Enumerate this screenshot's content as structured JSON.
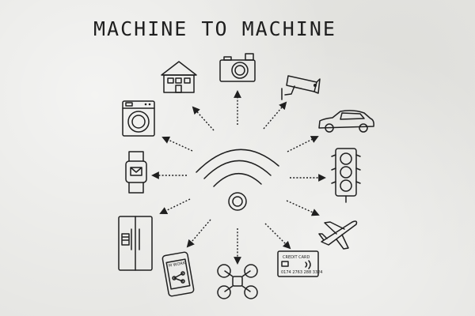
{
  "title": "MACHINE TO MACHINE",
  "hub": {
    "icon": "wifi-signal-icon"
  },
  "devices": [
    {
      "id": "house",
      "icon": "house-icon"
    },
    {
      "id": "camera",
      "icon": "camera-icon"
    },
    {
      "id": "cctv",
      "icon": "security-camera-icon"
    },
    {
      "id": "car",
      "icon": "car-icon"
    },
    {
      "id": "traffic-light",
      "icon": "traffic-light-icon"
    },
    {
      "id": "airplane",
      "icon": "airplane-icon"
    },
    {
      "id": "credit-card",
      "icon": "credit-card-icon"
    },
    {
      "id": "drone",
      "icon": "drone-icon"
    },
    {
      "id": "smartphone",
      "icon": "smartphone-icon"
    },
    {
      "id": "refrigerator",
      "icon": "refrigerator-icon"
    },
    {
      "id": "smartwatch",
      "icon": "smartwatch-icon"
    },
    {
      "id": "washing-machine",
      "icon": "washing-machine-icon"
    }
  ],
  "card": {
    "label": "CREDIT CARD",
    "number": "0174 2763 288 3324"
  },
  "phone": {
    "label": "M WORK"
  }
}
